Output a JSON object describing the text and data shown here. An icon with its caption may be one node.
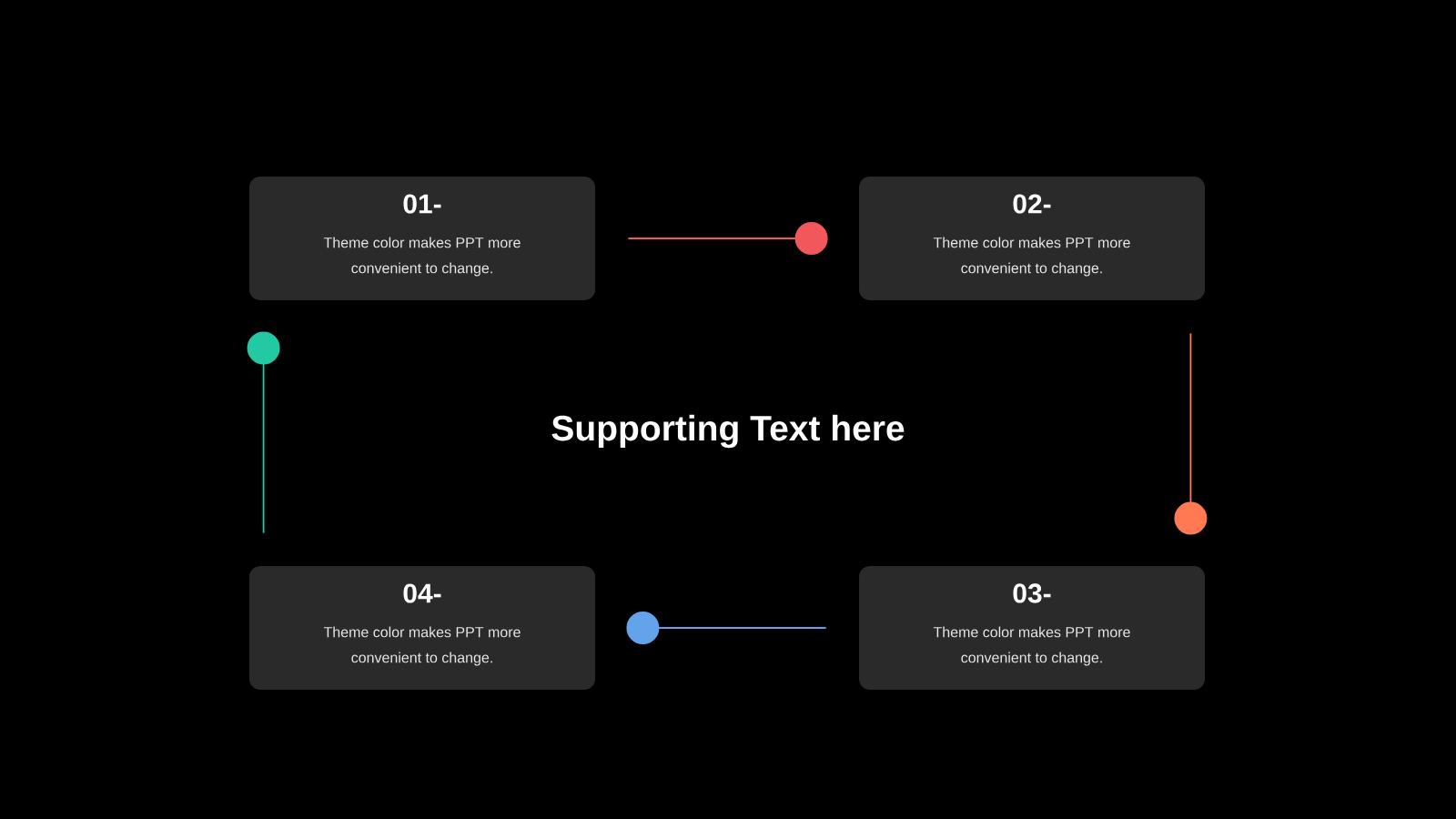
{
  "diagram": {
    "title": "Supporting Text here",
    "nodes": [
      {
        "text": [
          "01-",
          "Theme color makes PPT more convenient to change."
        ]
      },
      {
        "text": [
          "02-",
          "Theme color makes PPT more convenient to change."
        ]
      },
      {
        "text": [
          "03-",
          "Theme color makes PPT more convenient to change."
        ]
      },
      {
        "text": [
          "04-",
          "Theme color makes PPT more convenient to change."
        ]
      }
    ],
    "edges": [
      {
        "from": 0,
        "to": 1,
        "arrow": "other",
        "color": "#f2575c"
      },
      {
        "from": 1,
        "to": 2,
        "arrow": "other",
        "color": "#ff7a52"
      },
      {
        "from": 2,
        "to": 3,
        "arrow": "other",
        "color": "#62a3ea"
      },
      {
        "from": 3,
        "to": 0,
        "arrow": "other",
        "color": "#22c9a2"
      }
    ]
  }
}
